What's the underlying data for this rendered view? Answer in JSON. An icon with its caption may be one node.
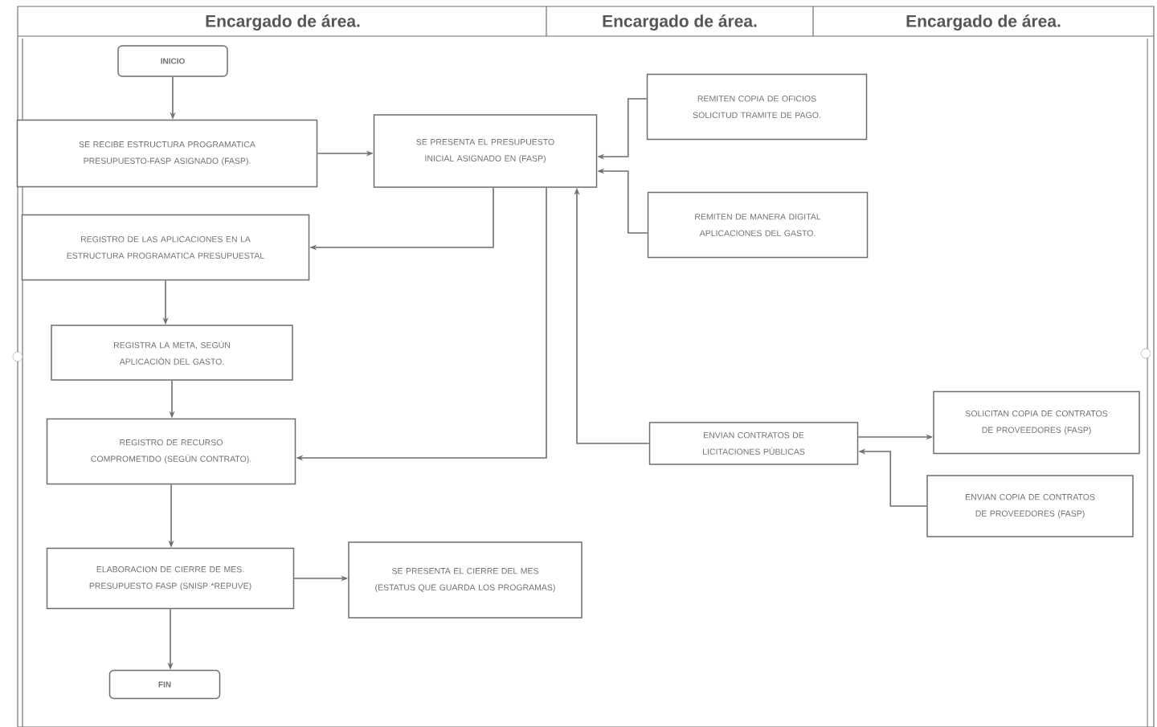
{
  "diagram": {
    "nodes": [
      {
        "text": [
          "INICIO"
        ]
      },
      {
        "text": [
          "SE RECIBE ESTRUCTURA PROGRAMATICA PRESUPUESTO-FASP ASIGNADO (FASP)."
        ]
      },
      {
        "text": [
          "SE PRESENTA EL PRESUPUESTO INICIAL ASIGNADO EN (FASP)"
        ]
      },
      {
        "text": [
          "REMITEN COPIA DE OFICIOS SOLICITUD TRAMITE DE PAGO."
        ]
      },
      {
        "text": [
          "REGISTRO DE LAS APLICACIONES EN LA ESTRUCTURA PROGRAMATICA PRESUPUESTAL"
        ]
      },
      {
        "text": [
          "REMITEN DE MANERA DIGITAL APLICACIONES DEL GASTO."
        ]
      },
      {
        "text": [
          "REGISTRA LA META, SEGÚN APLICACIÓN DEL GASTO."
        ]
      },
      {
        "text": [
          "REGISTRO DE RECURSO COMPROMETIDO (SEGÚN CONTRATO)."
        ]
      },
      {
        "text": [
          "ENVIAN CONTRATOS DE LICITACIONES PÚBLICAS"
        ]
      },
      {
        "text": [
          "SOLICITAN COPIA DE CONTRATOS DE PROVEEDORES (FASP)"
        ]
      },
      {
        "text": [
          "ENVIAN COPIA DE CONTRATOS DE PROVEEDORES (FASP)"
        ]
      },
      {
        "text": [
          "ELABORACION DE CIERRE DE MES. PRESUPUESTO FASP (SNISP *REPUVE)"
        ]
      },
      {
        "text": [
          "SE PRESENTA EL CIERRE DEL MES (ESTATUS QUE GUARDA LOS PROGRAMAS)"
        ]
      },
      {
        "text": [
          "FIN"
        ]
      }
    ],
    "edges": [
      {
        "from": 0,
        "to": 1,
        "arrow": "to"
      },
      {
        "from": 1,
        "to": 2,
        "arrow": "to"
      },
      {
        "from": 2,
        "to": 4,
        "arrow": "to"
      },
      {
        "from": 2,
        "to": 7,
        "arrow": "to"
      },
      {
        "from": 3,
        "to": 2,
        "arrow": "to"
      },
      {
        "from": 5,
        "to": 2,
        "arrow": "to"
      },
      {
        "from": 8,
        "to": 2,
        "arrow": "to"
      },
      {
        "from": 4,
        "to": 6,
        "arrow": "to"
      },
      {
        "from": 6,
        "to": 7,
        "arrow": "to"
      },
      {
        "from": 7,
        "to": 11,
        "arrow": "to"
      },
      {
        "from": 8,
        "to": 9,
        "arrow": "to"
      },
      {
        "from": 10,
        "to": 8,
        "arrow": "to"
      },
      {
        "from": 11,
        "to": 12,
        "arrow": "to"
      },
      {
        "from": 11,
        "to": 13,
        "arrow": "to"
      }
    ],
    "labels": [
      "Encargado de área.",
      "Encargado de área.",
      "Encargado de área."
    ]
  }
}
